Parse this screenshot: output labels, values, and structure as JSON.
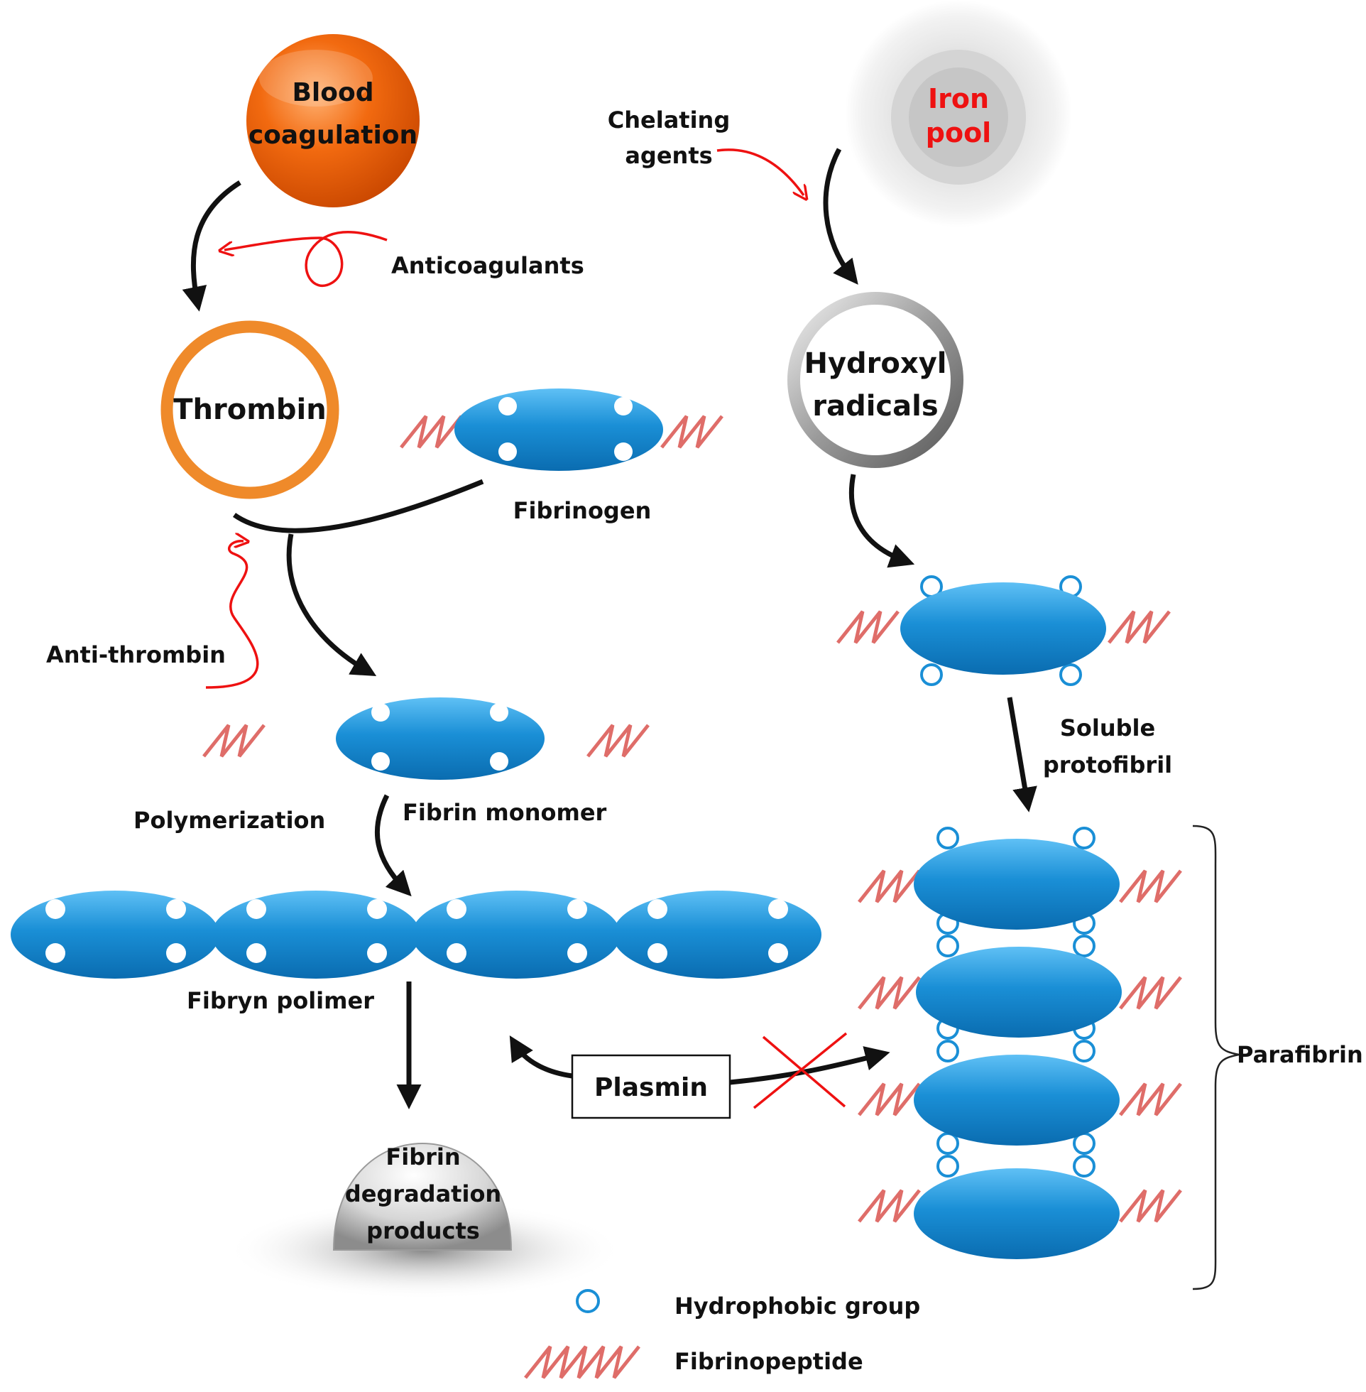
{
  "nodes": {
    "blood_coagulation": [
      "Blood",
      "coagulation"
    ],
    "thrombin": "Thrombin",
    "iron_pool": [
      "Iron",
      "pool"
    ],
    "hydroxyl_radicals": [
      "Hydroxyl",
      "radicals"
    ],
    "fibrin_degradation": [
      "Fibrin",
      "degradation",
      "products"
    ],
    "plasmin": "Plasmin"
  },
  "labels": {
    "chelating_agents": [
      "Chelating",
      "agents"
    ],
    "anticoagulants": "Anticoagulants",
    "fibrinogen": "Fibrinogen",
    "anti_thrombin": "Anti-thrombin",
    "polymerization": "Polymerization",
    "fibrin_monomer": "Fibrin monomer",
    "fibryn_polimer": "Fibryn polimer",
    "soluble_protofibril": [
      "Soluble",
      "protofibril"
    ],
    "parafibrin": "Parafibrin"
  },
  "legend": {
    "hydrophobic_group": "Hydrophobic group",
    "fibrinopeptide": "Fibrinopeptide"
  },
  "colors": {
    "molecule_blue": "#1a8fd6",
    "inhibitor_red": "#ee1111",
    "fibrinopeptide_red": "#d9534f",
    "thrombin_orange": "#ef8a2a",
    "coagulation_orange": "#f26a10",
    "arrow_black": "#111111"
  }
}
